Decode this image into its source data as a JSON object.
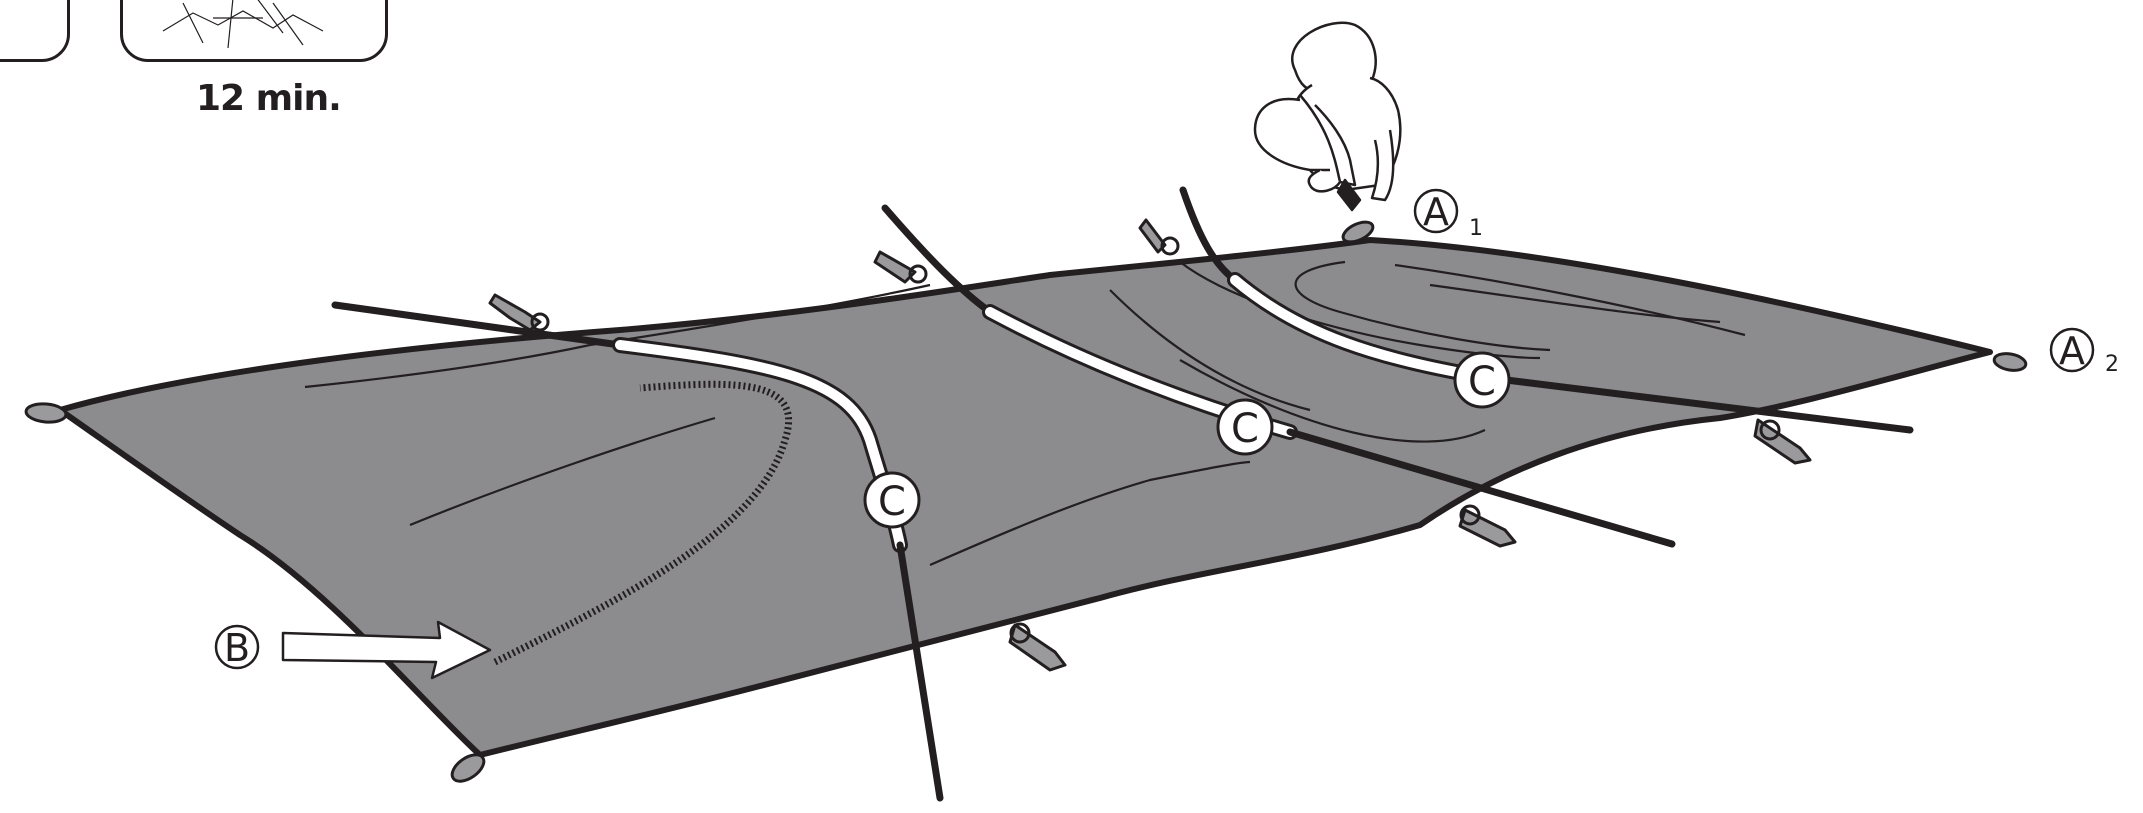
{
  "time_caption": "12 min.",
  "callouts": {
    "a1": {
      "letter": "A",
      "index": "1"
    },
    "a2": {
      "letter": "A",
      "index": "2"
    },
    "b": {
      "letter": "B"
    },
    "c_left": {
      "letter": "C"
    },
    "c_middle": {
      "letter": "C"
    },
    "c_right": {
      "letter": "C"
    }
  },
  "colors": {
    "tarp_fill": "#8c8c8e",
    "line": "#231f20",
    "sleeve": "#ffffff",
    "loop_fill": "#9a9a9c"
  },
  "icons": [
    "person-icon",
    "stake-icon",
    "arrow-icon",
    "pole-icon",
    "zipper-icon"
  ]
}
